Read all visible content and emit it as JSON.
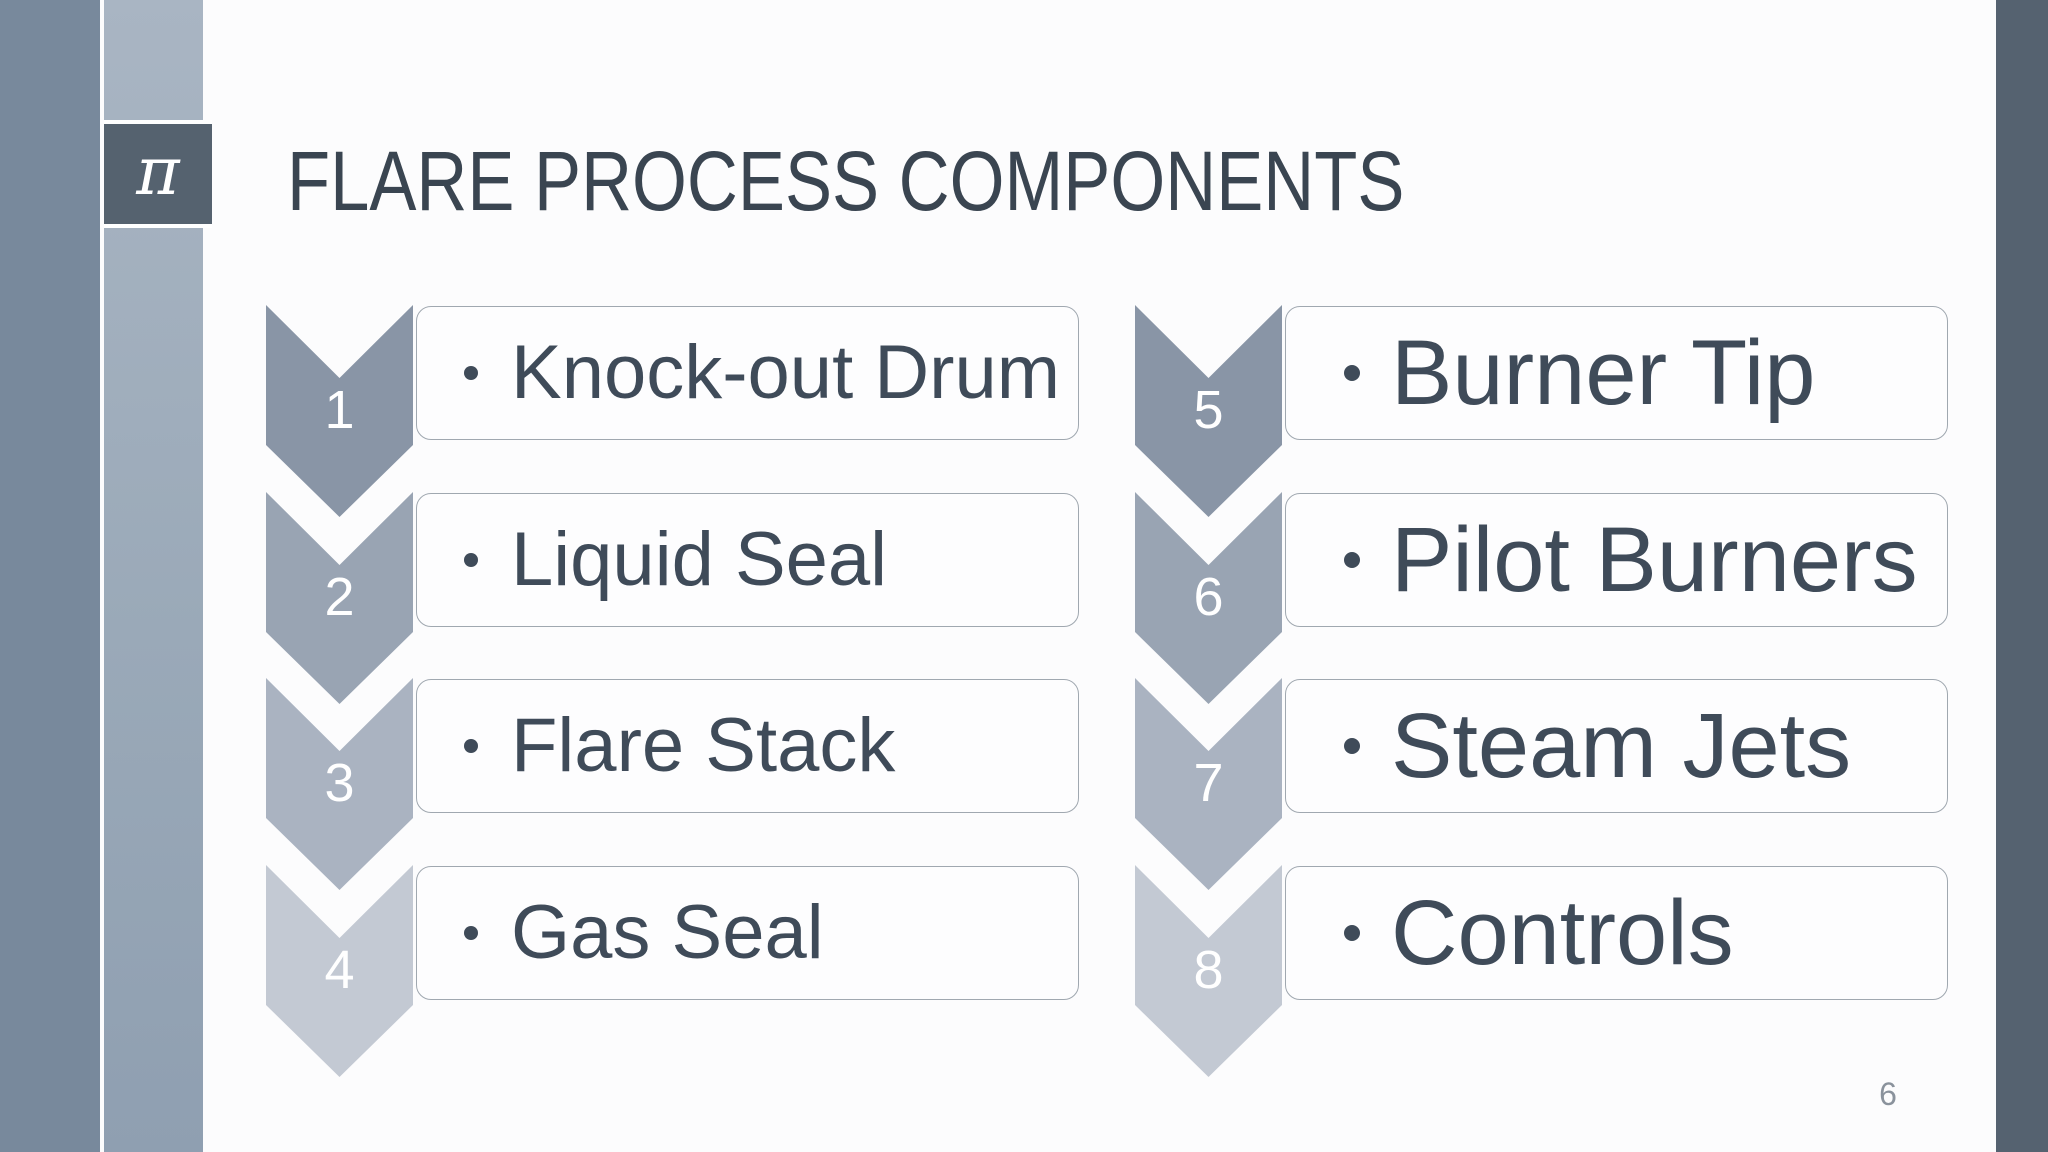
{
  "slide": {
    "title": "FLARE PROCESS COMPONENTS",
    "logo_glyph": "π",
    "page_number": "6",
    "bullet_icon": "dot"
  },
  "colors": {
    "chevrons": [
      "#8995a6",
      "#99a4b3",
      "#aab3c1",
      "#c3c9d3"
    ],
    "sidebar_outer": "#78899c",
    "sidebar_inner_top": "#a9b5c3",
    "sidebar_inner_bottom": "#8f9fb1",
    "right_edge_bar": "#556270",
    "logo_plate": "#55626f",
    "title_text": "#3a4551",
    "body_text": "#3f4b59",
    "box_border": "#a0a8b0",
    "box_fill": "#fdfdfe",
    "number_text": "#ffffff",
    "page_number_text": "#8a929c"
  },
  "items": [
    {
      "number": "1",
      "label": "Knock-out Drum"
    },
    {
      "number": "2",
      "label": "Liquid Seal"
    },
    {
      "number": "3",
      "label": "Flare Stack"
    },
    {
      "number": "4",
      "label": "Gas Seal"
    },
    {
      "number": "5",
      "label": "Burner Tip"
    },
    {
      "number": "6",
      "label": "Pilot Burners"
    },
    {
      "number": "7",
      "label": "Steam Jets"
    },
    {
      "number": "8",
      "label": "Controls"
    }
  ]
}
